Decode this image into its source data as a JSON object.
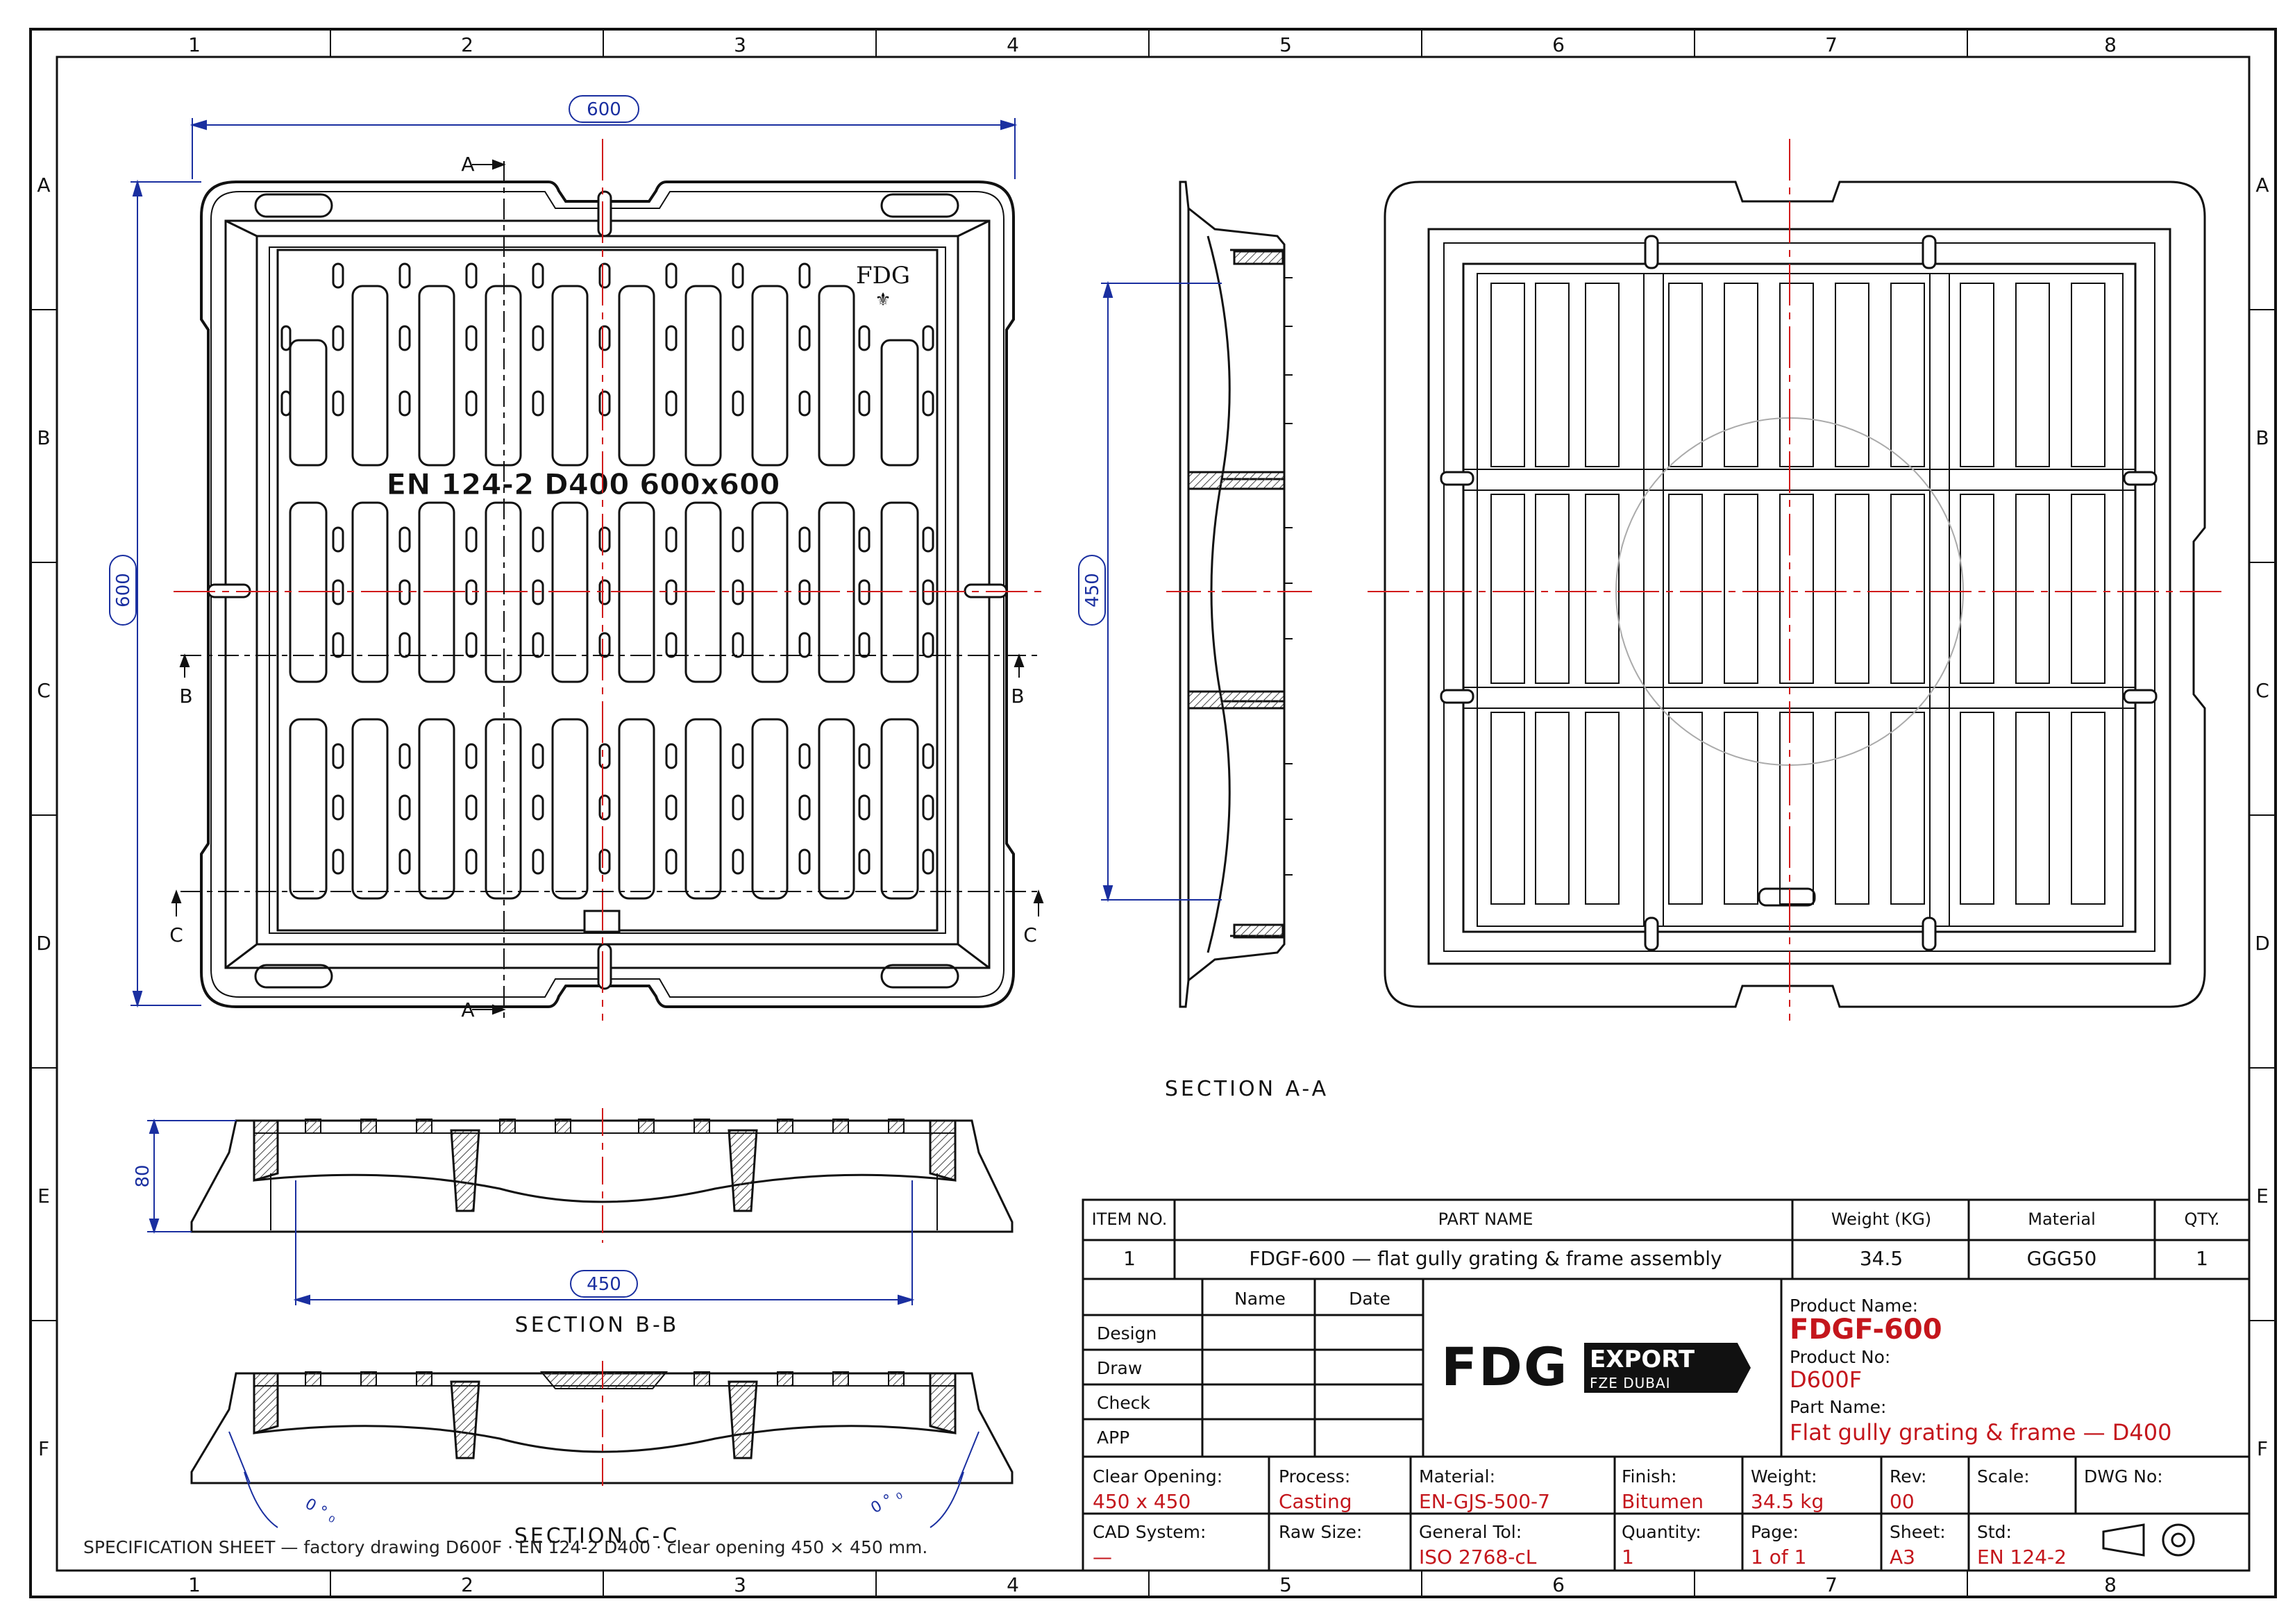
{
  "grid": {
    "cols": [
      "1",
      "2",
      "3",
      "4",
      "5",
      "6",
      "7",
      "8"
    ],
    "rows": [
      "A",
      "B",
      "C",
      "D",
      "E",
      "F"
    ]
  },
  "dimensions": {
    "top_width": "600",
    "left_height": "600",
    "section_height": "450",
    "bb_height": "80",
    "bb_opening": "450"
  },
  "section_markers": {
    "a": "A",
    "b": "B",
    "c": "C"
  },
  "grating_marking": "EN 124-2 D400 600x600",
  "grating_logo": "FDG",
  "section_titles": {
    "aa": "SECTION A-A",
    "bb": "SECTION B-B",
    "cc": "SECTION C-C"
  },
  "note": "SPECIFICATION SHEET — factory drawing D600F · EN 124-2 D400 · clear opening 450 × 450 mm.",
  "bom": {
    "headers": [
      "ITEM NO.",
      "PART NAME",
      "Weight (KG)",
      "Material",
      "QTY."
    ],
    "row": [
      "1",
      "FDGF-600 — flat gully grating & frame assembly",
      "34.5",
      "GGG50",
      "1"
    ]
  },
  "approvals": {
    "col_name": "Name",
    "col_date": "Date",
    "rows": [
      "Design",
      "Draw",
      "Check",
      "APP"
    ]
  },
  "logo": {
    "mark": "FDG",
    "line1": "EXPORT",
    "line2": "FZE DUBAI"
  },
  "product": {
    "name_label": "Product Name:",
    "name": "FDGF-600",
    "no_label": "Product No:",
    "no": "D600F",
    "part_label": "Part Name:",
    "part": "Flat gully grating & frame — D400"
  },
  "fields_row1": [
    {
      "label": "Clear Opening:",
      "value": "450 x 450"
    },
    {
      "label": "Process:",
      "value": "Casting"
    },
    {
      "label": "Material:",
      "value": "EN-GJS-500-7"
    },
    {
      "label": "Finish:",
      "value": "Bitumen"
    },
    {
      "label": "Weight:",
      "value": "34.5 kg"
    },
    {
      "label": "Rev:",
      "value": "00"
    },
    {
      "label": "Scale:",
      "value": ""
    },
    {
      "label": "DWG No:",
      "value": ""
    }
  ],
  "fields_row2": [
    {
      "label": "CAD System:",
      "value": "—"
    },
    {
      "label": "Raw Size:",
      "value": ""
    },
    {
      "label": "General Tol:",
      "value": "ISO 2768-cL"
    },
    {
      "label": "Quantity:",
      "value": "1"
    },
    {
      "label": "Page:",
      "value": "1 of 1"
    },
    {
      "label": "Sheet:",
      "value": "A3"
    },
    {
      "label": "Std:",
      "value": "EN 124-2"
    }
  ],
  "colors": {
    "accent": "#c4161c",
    "dimension": "#1a2fa0",
    "centerline": "#d11a1a",
    "line": "#111111"
  }
}
